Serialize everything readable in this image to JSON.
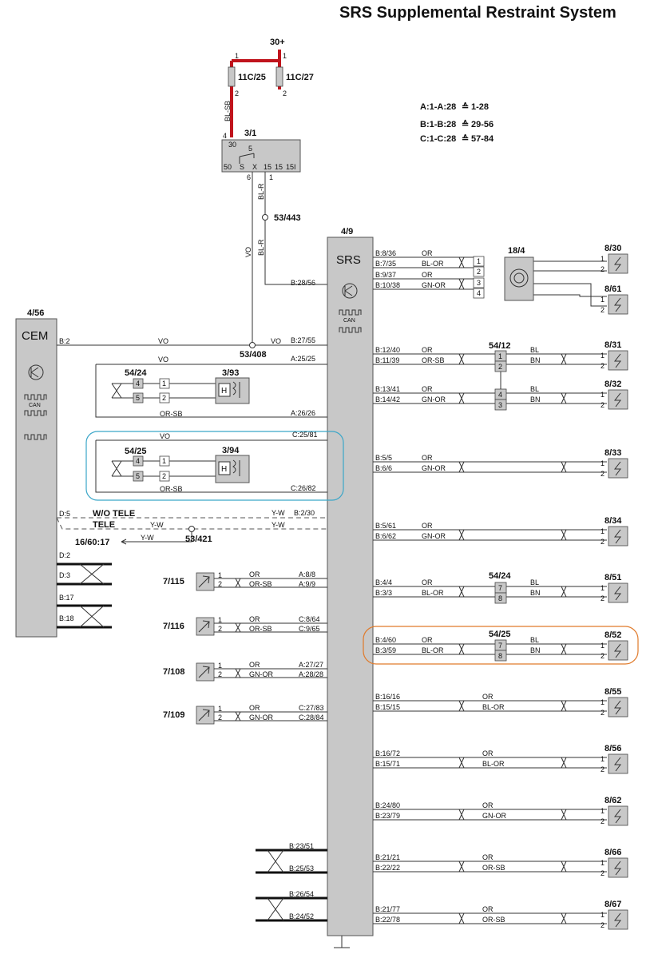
{
  "title": "SRS Supplemental Restraint System",
  "pin_map": [
    {
      "range": "A:1-A:28",
      "sym": "≙",
      "to": "1-28"
    },
    {
      "range": "B:1-B:28",
      "sym": "≙",
      "to": "29-56"
    },
    {
      "range": "C:1-C:28",
      "sym": "≙",
      "to": "57-84"
    }
  ],
  "top": {
    "supply": "30+",
    "fuse1": "11C/25",
    "fuse2": "11C/27",
    "pin1": "1",
    "pin2": "2",
    "pin1b": "1",
    "pin2b": "2",
    "wire_blsb": "BL-SB"
  },
  "ignition": {
    "id": "3/1",
    "pin_top": "30",
    "pin_top_num": "4",
    "inner": "5",
    "pins": [
      "50",
      "S",
      "X",
      "15",
      "15",
      "15I"
    ],
    "pin6": "6",
    "pin1": "1",
    "wire_blr_top": "BL-R",
    "splice": "53/443",
    "wire_vo": "VO",
    "wire_blr": "BL-R"
  },
  "srs": {
    "id": "4/9",
    "label": "SRS",
    "can": "CAN"
  },
  "cem": {
    "id": "4/56",
    "label": "CEM",
    "can": "CAN",
    "pin_b2": "B:2",
    "pin_d5": "D:5",
    "pin_d2": "D:2",
    "pin_d3": "D:3",
    "pin_b17": "B:17",
    "pin_b18": "B:18"
  },
  "cem_links": {
    "vo": "VO",
    "vo2": "VO",
    "splice408": "53/408",
    "b2755": "B:27/55",
    "b2856": "B:28/56",
    "wo_tele": "W/O TELE",
    "tele": "TELE",
    "yw1": "Y-W",
    "yw2": "Y-W",
    "yw3": "Y-W",
    "yw4": "Y-W",
    "b230": "B:2/30",
    "ref": "16/60:17",
    "splice421": "53/421"
  },
  "left_seat": {
    "c1": "54/24",
    "c1p": [
      "4",
      "5"
    ],
    "h1": "3/93",
    "h1p": [
      "1",
      "2"
    ],
    "vo1": "VO",
    "orsb1": "OR-SB",
    "a2525": "A:25/25",
    "a2626": "A:26/26",
    "c2": "54/25",
    "c2p": [
      "4",
      "5"
    ],
    "h2": "3/94",
    "h2p": [
      "1",
      "2"
    ],
    "vo2": "VO",
    "orsb2": "OR-SB",
    "c2581": "C:25/81",
    "c2682": "C:26/82",
    "H": "H",
    "H2": "H"
  },
  "sensors": [
    {
      "id": "7/115",
      "c1": "OR",
      "c2": "OR-SB",
      "p1": "A:8/8",
      "p2": "A:9/9"
    },
    {
      "id": "7/116",
      "c1": "OR",
      "c2": "OR-SB",
      "p1": "C:8/64",
      "p2": "C:9/65"
    },
    {
      "id": "7/108",
      "c1": "OR",
      "c2": "GN-OR",
      "p1": "A:27/27",
      "p2": "A:28/28"
    },
    {
      "id": "7/109",
      "c1": "OR",
      "c2": "GN-OR",
      "p1": "C:27/83",
      "p2": "C:28/84"
    }
  ],
  "sensor_pins": [
    "1",
    "2"
  ],
  "bottom_pins": [
    "B:23/51",
    "B:25/53",
    "B:26/54",
    "B:24/52"
  ],
  "outputs": [
    {
      "id": "8/30",
      "p1": "B:8/36",
      "c1": "OR",
      "p2": "B:7/35",
      "c2": "BL-OR"
    },
    {
      "id": "8/61",
      "p1": "B:9/37",
      "c1": "OR",
      "p2": "B:10/38",
      "c2": "GN-OR"
    },
    {
      "id": "8/31",
      "p1": "B:12/40",
      "c1": "OR",
      "p2": "B:11/39",
      "c2": "OR-SB",
      "r1": "BL",
      "r2": "BN"
    },
    {
      "id": "8/32",
      "p1": "B:13/41",
      "c1": "OR",
      "p2": "B:14/42",
      "c2": "GN-OR",
      "r1": "BL",
      "r2": "BN"
    },
    {
      "id": "8/33",
      "p1": "B:5/5",
      "c1": "OR",
      "p2": "B:6/6",
      "c2": "GN-OR"
    },
    {
      "id": "8/34",
      "p1": "B:5/61",
      "c1": "OR",
      "p2": "B:6/62",
      "c2": "GN-OR"
    },
    {
      "id": "8/51",
      "p1": "B:4/4",
      "c1": "OR",
      "p2": "B:3/3",
      "c2": "BL-OR",
      "r1": "BL",
      "r2": "BN"
    },
    {
      "id": "8/52",
      "p1": "B:4/60",
      "c1": "OR",
      "p2": "B:3/59",
      "c2": "BL-OR",
      "r1": "BL",
      "r2": "BN"
    },
    {
      "id": "8/55",
      "p1": "B:16/16",
      "c1": "OR",
      "p2": "B:15/15",
      "c2": "BL-OR"
    },
    {
      "id": "8/56",
      "p1": "B:16/72",
      "c1": "OR",
      "p2": "B:15/71",
      "c2": "BL-OR"
    },
    {
      "id": "8/62",
      "p1": "B:24/80",
      "c1": "OR",
      "p2": "B:23/79",
      "c2": "GN-OR"
    },
    {
      "id": "8/66",
      "p1": "B:21/21",
      "c1": "OR",
      "p2": "B:22/22",
      "c2": "OR-SB"
    },
    {
      "id": "8/67",
      "p1": "B:21/77",
      "c1": "OR",
      "p2": "B:22/78",
      "c2": "OR-SB"
    }
  ],
  "out_pins": [
    "1",
    "2"
  ],
  "connectors": {
    "c184": "18/4",
    "c184p": [
      "1",
      "2",
      "3",
      "4"
    ],
    "c5412": "54/12",
    "c5412p": [
      "1",
      "2",
      "4",
      "3"
    ],
    "c5424": "54/24",
    "c5424p": [
      "7",
      "8"
    ],
    "c5425": "54/25",
    "c5425p": [
      "7",
      "8"
    ]
  },
  "colors": {
    "fuse_wire": "#c0141c",
    "highlight_blue": "#3ba6c8",
    "highlight_orange": "#e07a2a",
    "module_fill": "#c8c8c8"
  }
}
